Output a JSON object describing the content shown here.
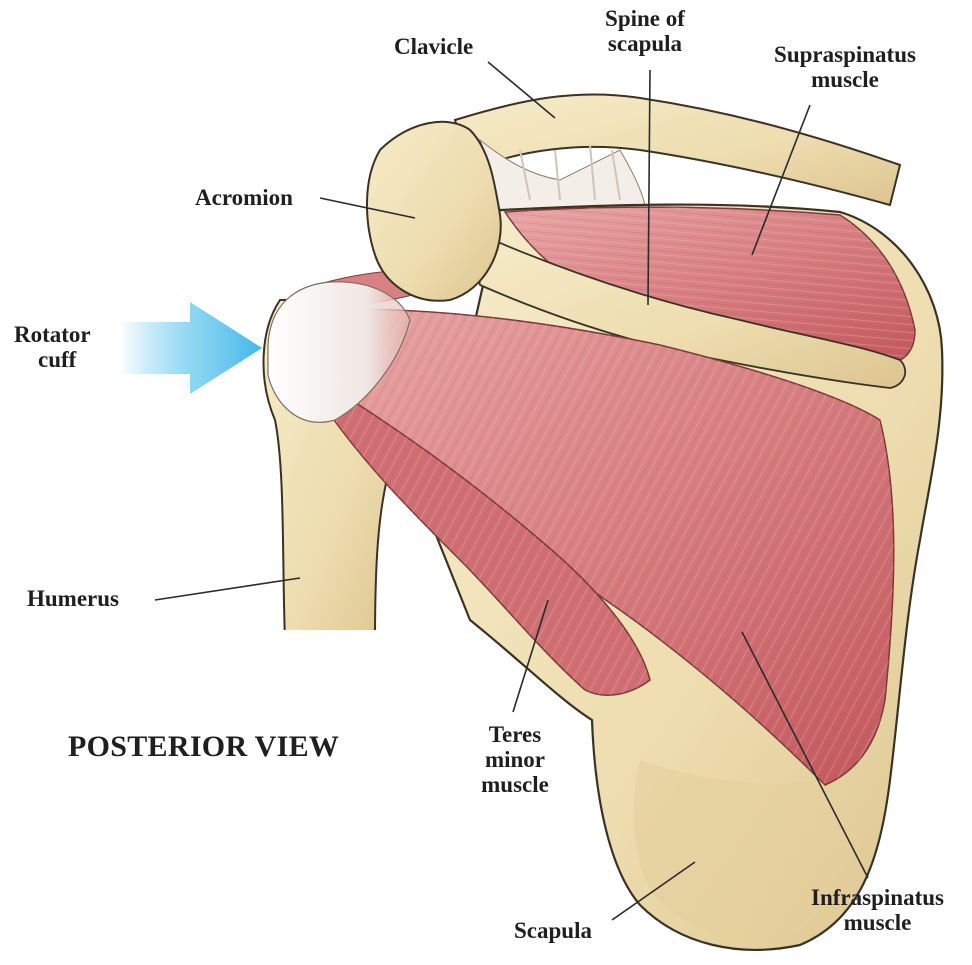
{
  "view_title": "POSTERIOR VIEW",
  "labels": {
    "clavicle": "Clavicle",
    "spine_of_scapula": [
      "Spine of",
      "scapula"
    ],
    "supraspinatus": [
      "Supraspinatus",
      "muscle"
    ],
    "acromion": "Acromion",
    "rotator_cuff": [
      "Rotator",
      "cuff"
    ],
    "humerus": "Humerus",
    "teres_minor": [
      "Teres",
      "minor",
      "muscle"
    ],
    "scapula": "Scapula",
    "infraspinatus": [
      "Infraspinatus",
      "muscle"
    ]
  },
  "colors": {
    "bone": "#efe2b8",
    "bone_shadow": "#d9c38a",
    "outline": "#3a3226",
    "muscle": "#d9868a",
    "muscle_dark": "#c0575c",
    "tendon": "#f1ece6",
    "arrow": "#5cc3ea",
    "leader": "#2b2b2b",
    "text": "#1f1f1f"
  }
}
